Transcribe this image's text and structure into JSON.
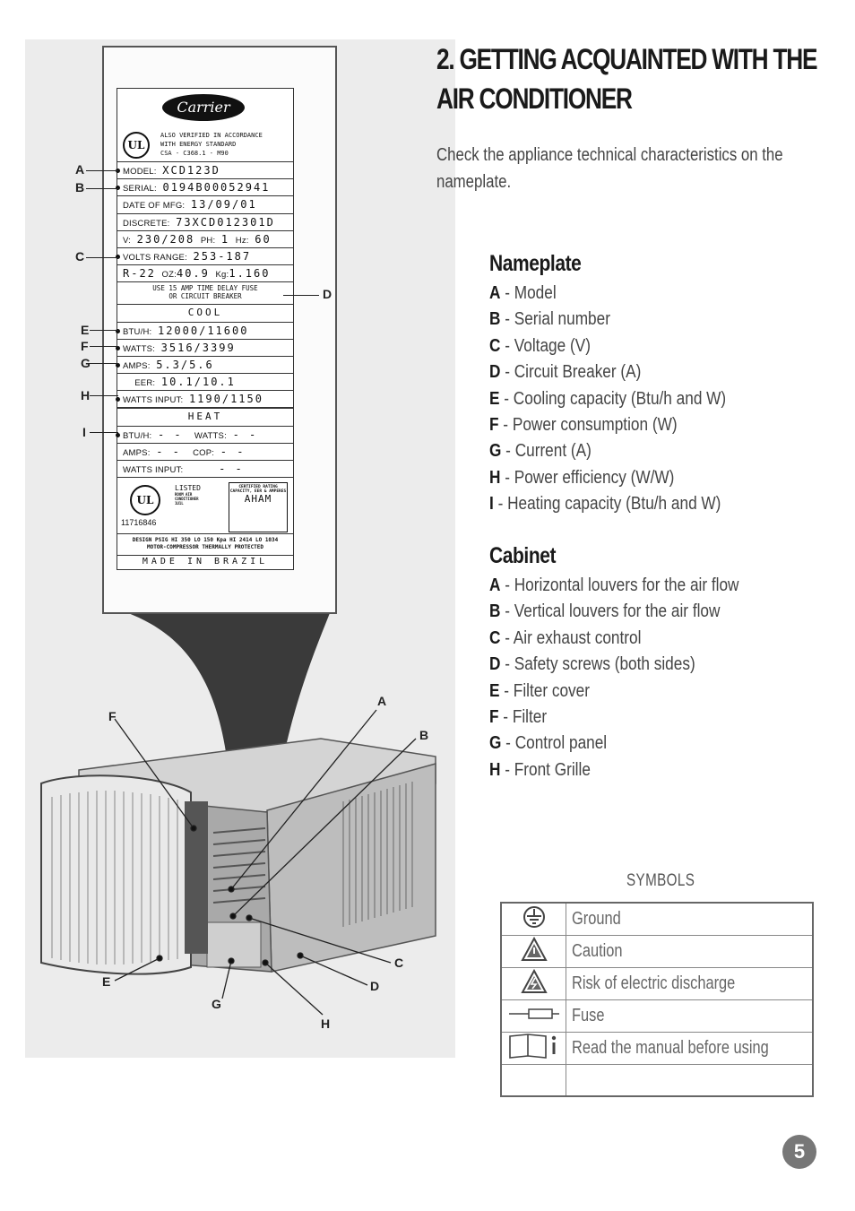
{
  "heading": {
    "line1": "2. GETTING ACQUAINTED WITH THE",
    "line2": "AIR CONDITIONER"
  },
  "intro": {
    "line1": "Check the appliance technical characteristics on the",
    "line2": "nameplate."
  },
  "nameplate_section": {
    "title": "Nameplate",
    "items": [
      {
        "key": "A",
        "text": " - Model"
      },
      {
        "key": "B",
        "text": " - Serial number"
      },
      {
        "key": "C",
        "text": " - Voltage (V)"
      },
      {
        "key": "D",
        "text": " - Circuit Breaker (A)"
      },
      {
        "key": "E",
        "text": " - Cooling capacity (Btu/h and W)"
      },
      {
        "key": "F",
        "text": " - Power consumption (W)"
      },
      {
        "key": "G",
        "text": " - Current (A)"
      },
      {
        "key": "H",
        "text": " - Power efficiency (W/W)"
      },
      {
        "key": "I",
        "text": " - Heating capacity (Btu/h and W)"
      }
    ]
  },
  "cabinet_section": {
    "title": "Cabinet",
    "items": [
      {
        "key": "A",
        "text": " - Horizontal louvers for the air flow"
      },
      {
        "key": "B",
        "text": " - Vertical louvers for the air flow"
      },
      {
        "key": "C",
        "text": " - Air exhaust control"
      },
      {
        "key": "D",
        "text": " - Safety screws (both sides)"
      },
      {
        "key": "E",
        "text": " - Filter cover"
      },
      {
        "key": "F",
        "text": " - Filter"
      },
      {
        "key": "G",
        "text": " - Control panel"
      },
      {
        "key": "H",
        "text": " - Front Grille"
      }
    ]
  },
  "symbols": {
    "title": "SYMBOLS",
    "rows": [
      {
        "icon": "ground-icon",
        "label": "Ground"
      },
      {
        "icon": "caution-icon",
        "label": "Caution"
      },
      {
        "icon": "electric-discharge-icon",
        "label": "Risk of electric discharge"
      },
      {
        "icon": "fuse-icon",
        "label": "Fuse"
      },
      {
        "icon": "read-manual-icon",
        "label": "Read the manual before using"
      }
    ]
  },
  "page_number": "5",
  "nameplate_label": {
    "brand": "Carrier",
    "verify_lines": [
      "ALSO VERIFIED IN ACCORDANCE",
      "WITH ENERGY STANDARD",
      "CSA - C368.1 - M90"
    ],
    "ul": "UL",
    "model_label": "MODEL:",
    "model_value": "XCD123D",
    "serial_label": "SERIAL:",
    "serial_value": "0194B00052941",
    "date_label": "DATE OF MFG:",
    "date_value": "13/09/01",
    "discrete_label": "DISCRETE:",
    "discrete_value": "73XCD012301D",
    "v_label": "V:",
    "v_value": "230/208",
    "ph_label": "PH:",
    "ph_value": "1",
    "hz_label": "Hz:",
    "hz_value": "60",
    "volts_label": "VOLTS RANGE:",
    "volts_value": "253-187",
    "r22_label": "R-22",
    "oz_label": "OZ:",
    "oz_value": "40.9",
    "kg_label": "Kg:",
    "kg_value": "1.160",
    "fuse_line1": "USE 15 AMP TIME DELAY FUSE",
    "fuse_line2": "OR CIRCUIT BREAKER",
    "cool": "COOL",
    "btu_label": "BTU/H:",
    "btu_value": "12000/11600",
    "watts_label": "WATTS:",
    "watts_value": "3516/3399",
    "amps_label": "AMPS:",
    "amps_value": "5.3/5.6",
    "eer_label": "EER:",
    "eer_value": "10.1/10.1",
    "watts_input_label": "WATTS INPUT:",
    "watts_input_value": "1190/1150",
    "heat": "HEAT",
    "heat_btu_label": "BTU/H:",
    "heat_btu_value": "- -",
    "heat_watts_label": "WATTS:",
    "heat_watts_value": "- -",
    "heat_amps_label": "AMPS:",
    "heat_amps_value": "- -",
    "cop_label": "COP:",
    "cop_value": "- -",
    "heat_watts_input_label": "WATTS INPUT:",
    "heat_watts_input_value": "- -",
    "listed": "LISTED",
    "listed_sub": [
      "ROOM AIR",
      "CONDITIONER",
      "1U1L"
    ],
    "aham_top": [
      "CERTIFIED RATING",
      "CAPACITY, EER & AMPERES"
    ],
    "aham": "AHAM",
    "plate_number": "11716846",
    "design_line1": "DESIGN PSIG HI 350 LO 150 Kpa HI 2414 LO 1034",
    "design_line2": "MOTOR-COMPRESSOR THERMALLY PROTECTED",
    "made_in": "MADE IN BRAZIL"
  },
  "figure_callouts": {
    "plate": [
      "A",
      "B",
      "C",
      "D",
      "E",
      "F",
      "G",
      "H",
      "I"
    ],
    "cabinet": [
      "F",
      "A",
      "B",
      "C",
      "D",
      "E",
      "G",
      "H"
    ]
  }
}
